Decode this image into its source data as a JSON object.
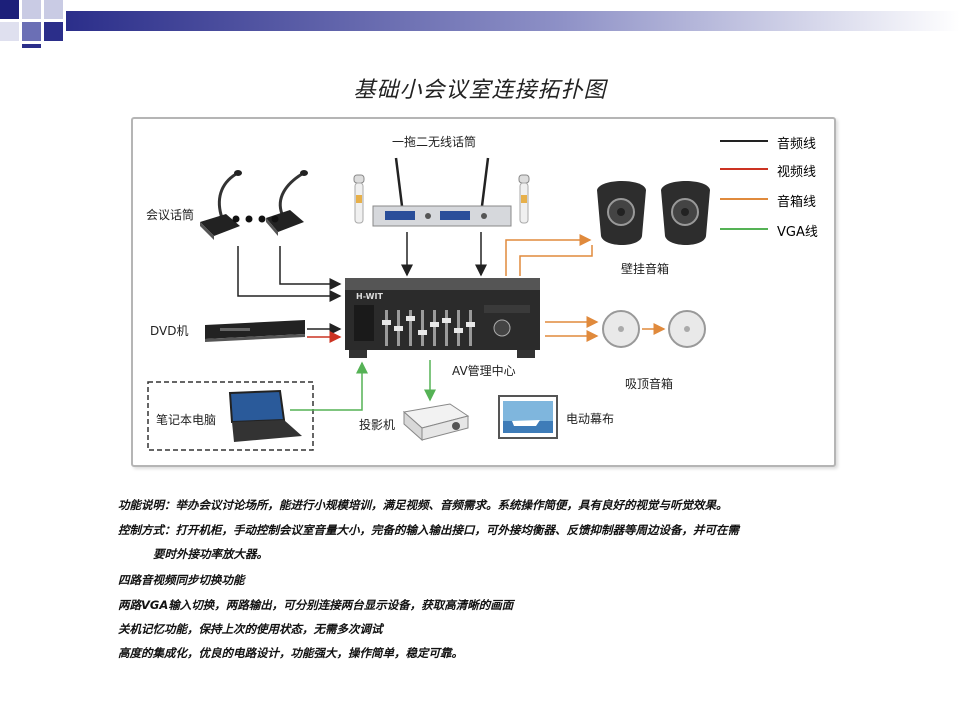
{
  "title": "基础小会议室连接拓扑图",
  "labels": {
    "wireless_mic": "一拖二无线话筒",
    "conference_mic": "会议话筒",
    "dvd": "DVD机",
    "laptop": "笔记本电脑",
    "projector": "投影机",
    "av_center": "AV管理中心",
    "screen": "电动幕布",
    "wall_speaker": "壁挂音箱",
    "ceiling_speaker": "吸顶音箱",
    "mixer_brand": "H-WIT"
  },
  "legend": [
    {
      "label": "音频线",
      "color": "#222222"
    },
    {
      "label": "视频线",
      "color": "#cc3322"
    },
    {
      "label": "音箱线",
      "color": "#e08a3c"
    },
    {
      "label": "VGA线",
      "color": "#55b255"
    }
  ],
  "description": [
    "功能说明：举办会议讨论场所，能进行小规模培训，满足视频、音频需求。系统操作简便，具有良好的视觉与听觉效果。",
    "控制方式：打开机柜，手动控制会议室音量大小，完备的输入输出接口，可外接均衡器、反馈抑制器等周边设备，并可在需",
    "要时外接功率放大器。",
    "四路音视频同步切换功能",
    "两路VGA输入切换，两路输出，可分别连接两台显示设备，获取高清晰的画面",
    "关机记忆功能，保持上次的使用状态，无需多次调试",
    "高度的集成化，优良的电路设计，功能强大，操作简单，稳定可靠。"
  ]
}
